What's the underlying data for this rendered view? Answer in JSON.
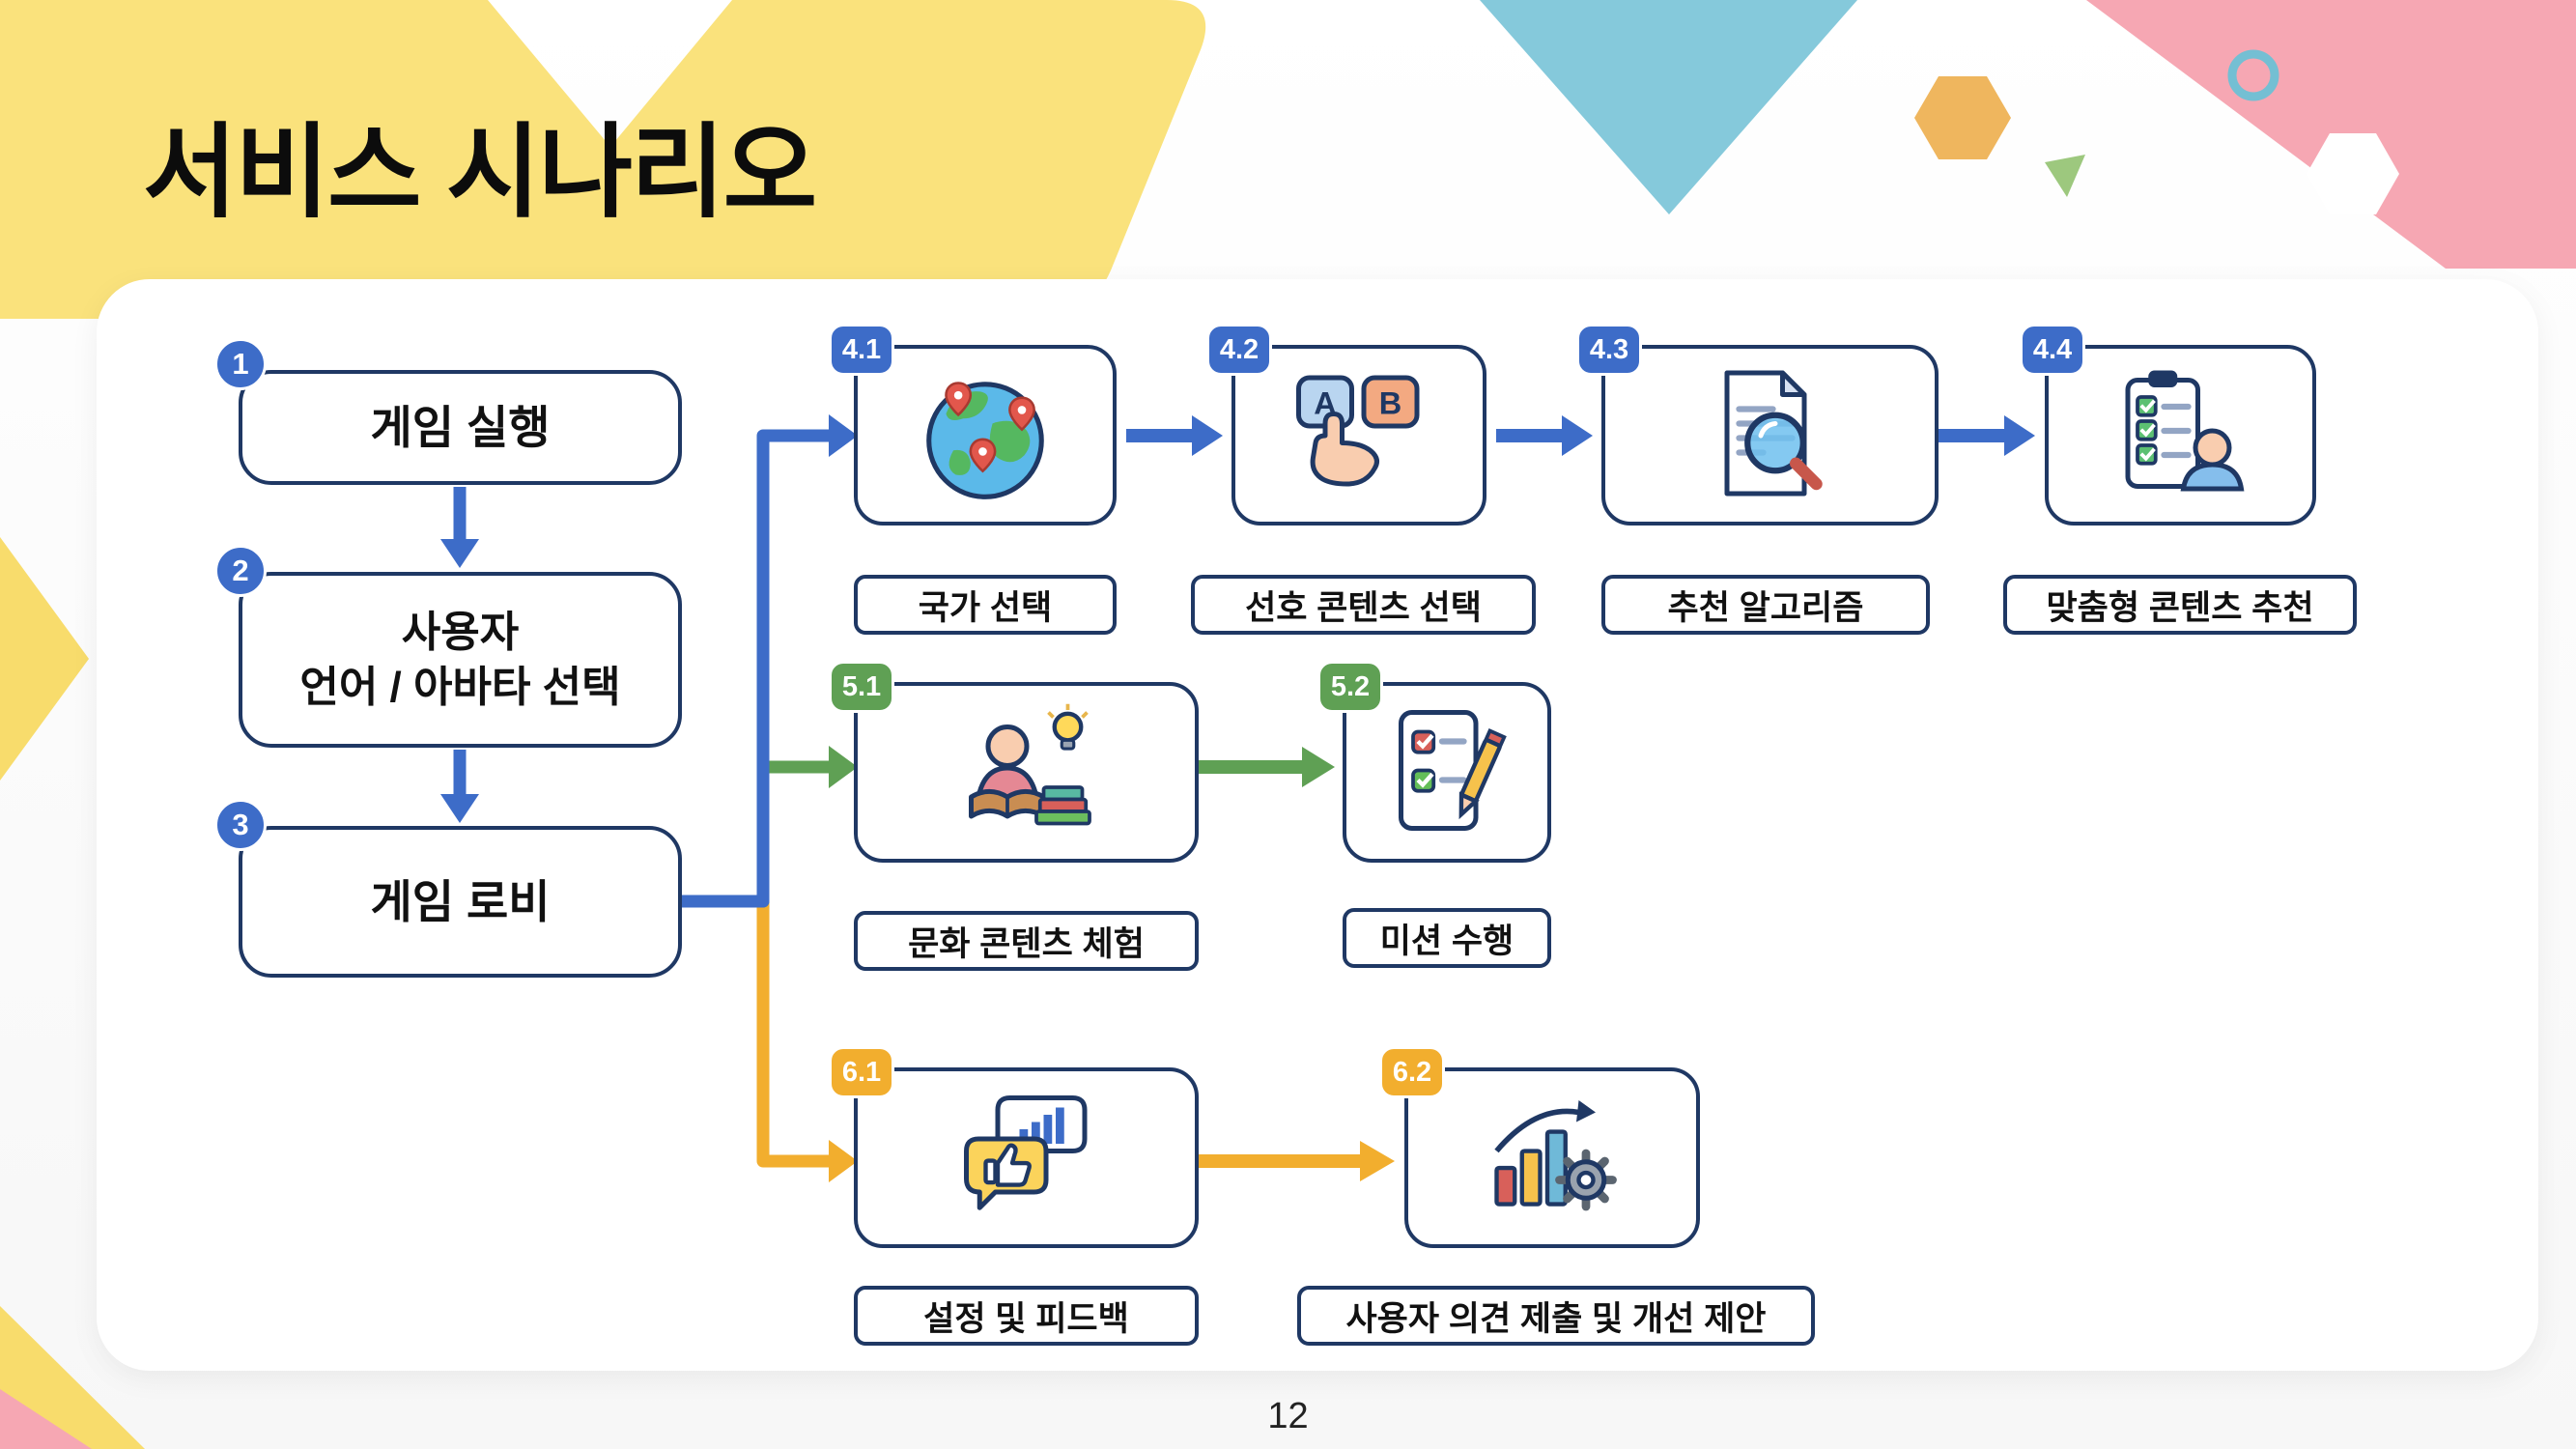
{
  "slide": {
    "title": "서비스 시나리오",
    "page_number": "12"
  },
  "colors": {
    "flow_blue": "#3D6CC8",
    "flow_green": "#5FA054",
    "flow_yellow": "#F2AE2E",
    "box_border": "#1F3864",
    "decor_yellow": "#FAE27C",
    "decor_teal": "#85C9DB",
    "decor_pink": "#F6A7B3",
    "decor_orange": "#EFB65E"
  },
  "flow": {
    "step1": {
      "badge": "1",
      "label": "게임 실행"
    },
    "step2": {
      "badge": "2",
      "line1": "사용자",
      "line2": "언어 / 아바타 선택"
    },
    "step3": {
      "badge": "3",
      "label": "게임 로비"
    }
  },
  "branch4": {
    "s1": {
      "badge": "4.1",
      "icon": "globe-icon",
      "label": "국가 선택"
    },
    "s2": {
      "badge": "4.2",
      "icon": "ab-keys-icon",
      "key_a": "A",
      "key_b": "B",
      "label": "선호 콘텐츠 선택"
    },
    "s3": {
      "badge": "4.3",
      "icon": "document-search-icon",
      "label": "추천 알고리즘"
    },
    "s4": {
      "badge": "4.4",
      "icon": "checklist-person-icon",
      "label": "맞춤형 콘텐츠 추천"
    }
  },
  "branch5": {
    "s1": {
      "badge": "5.1",
      "icon": "person-learning-icon",
      "label": "문화 콘텐츠 체험"
    },
    "s2": {
      "badge": "5.2",
      "icon": "mission-checklist-icon",
      "label": "미션 수행"
    }
  },
  "branch6": {
    "s1": {
      "badge": "6.1",
      "icon": "feedback-icon",
      "label": "설정 및 피드백"
    },
    "s2": {
      "badge": "6.2",
      "icon": "improvement-chart-icon",
      "label": "사용자 의견 제출 및 개선 제안"
    }
  }
}
